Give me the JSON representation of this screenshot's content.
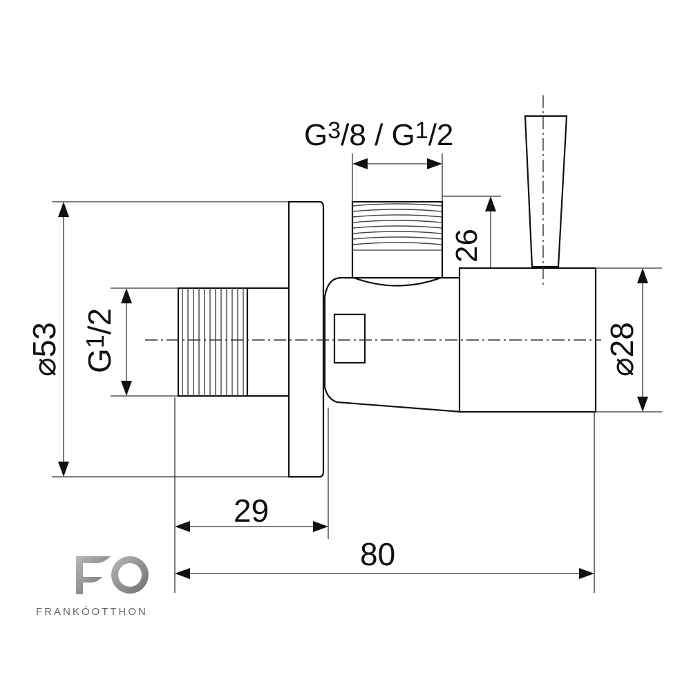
{
  "dimensions": {
    "outlet_thread": "G3/8 / G1/2",
    "outlet_thread_parts": [
      "G",
      "3",
      "/8",
      " / ",
      "G",
      "1",
      "/2"
    ],
    "outlet_height": "26",
    "flange_diameter": "Ø53",
    "flange_diameter_parts": [
      "⌀",
      "53"
    ],
    "inlet_thread": "G1/2",
    "inlet_thread_parts": [
      "G",
      "1",
      "/2"
    ],
    "handle_diameter": "Ø28",
    "handle_diameter_parts": [
      "⌀",
      "28"
    ],
    "inlet_to_flange": "29",
    "overall_length": "80"
  },
  "watermark": {
    "logo_letters": "FO",
    "brand": "FRANKÓOTTHON"
  }
}
